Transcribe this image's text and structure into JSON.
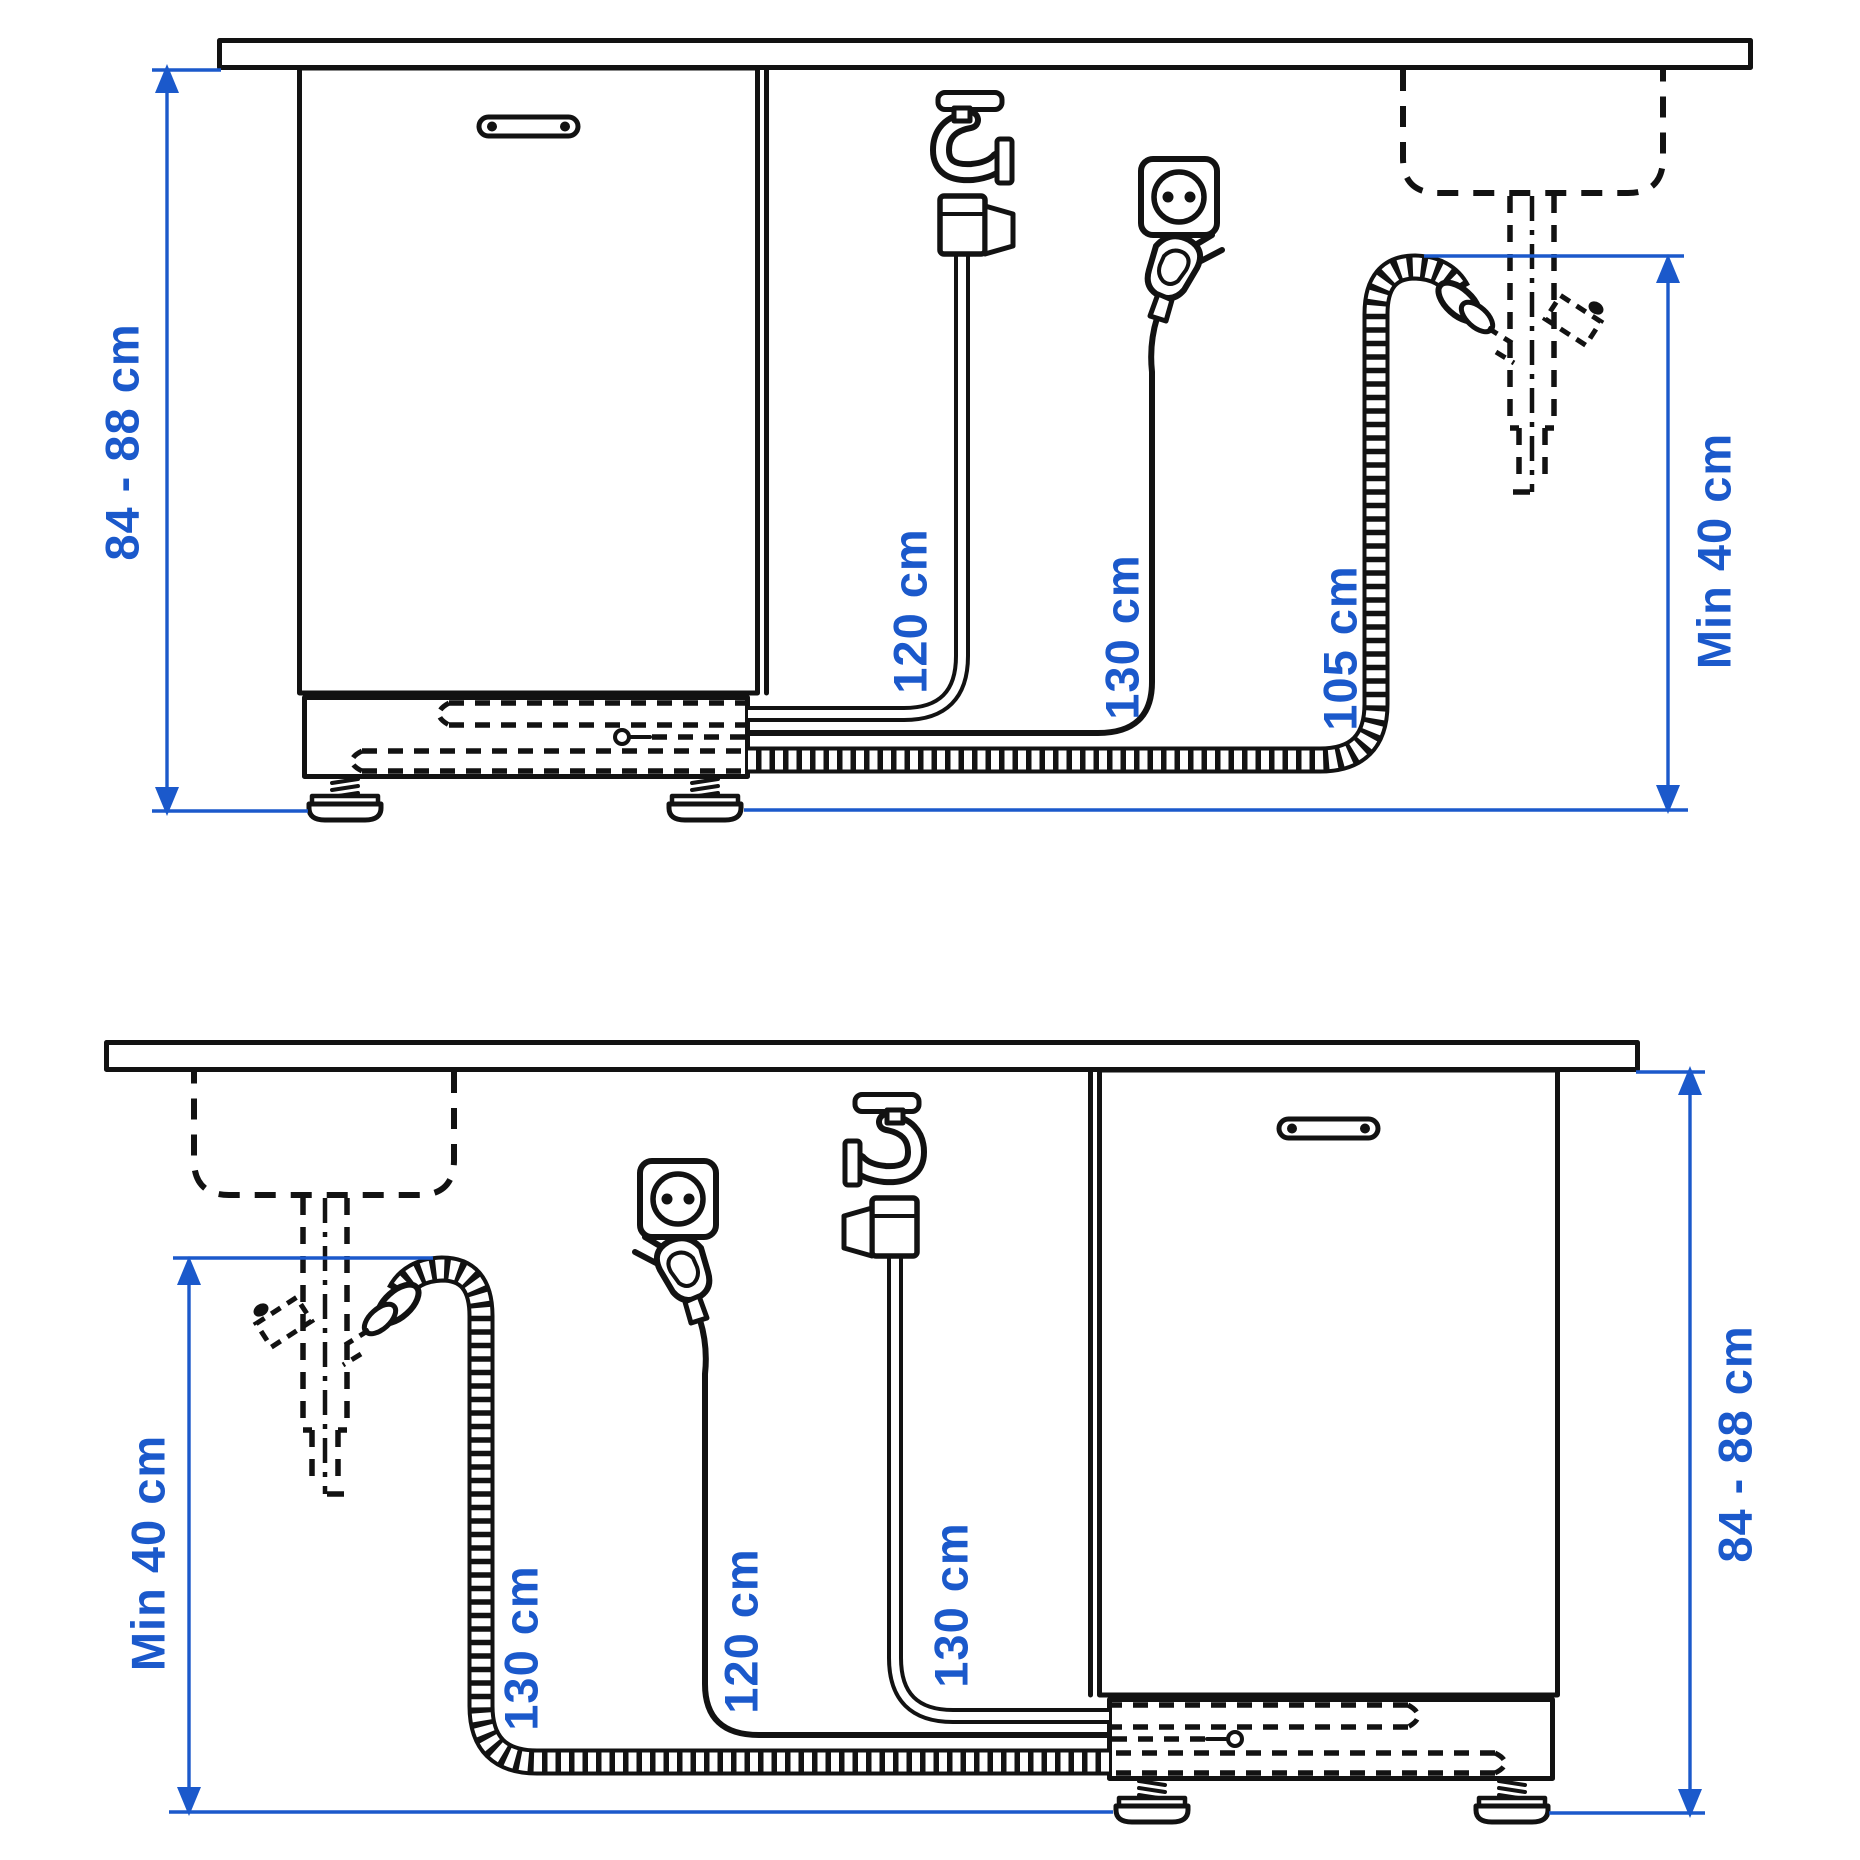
{
  "colors": {
    "background": "#FFFFFF",
    "line_art": "#121212",
    "dimension_blue": "#1B59CB"
  },
  "diagrams": {
    "top": {
      "cabinet_height": "84 - 88 cm",
      "supply_hose": "120 cm",
      "power_cable": "130 cm",
      "drain_hose": "105 cm",
      "drain_min_height": "Min 40 cm"
    },
    "bottom": {
      "drain_min_height": "Min 40 cm",
      "drain_hose": "130 cm",
      "power_cable": "120 cm",
      "supply_hose": "130 cm",
      "cabinet_height": "84 - 88 cm"
    }
  }
}
